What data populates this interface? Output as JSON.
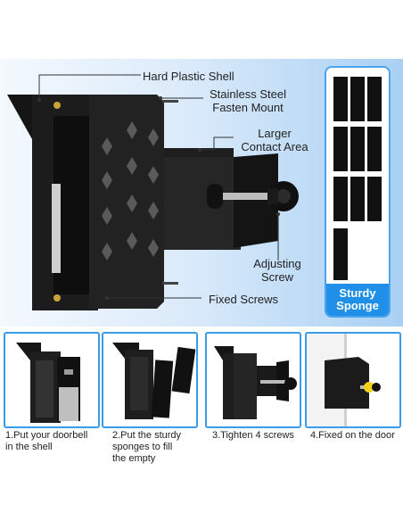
{
  "callouts": {
    "hard_plastic_shell": "Hard Plastic Shell",
    "stainless_line1": "Stainless Steel",
    "stainless_line2": "Fasten Mount",
    "larger_line1": "Larger",
    "larger_line2": "Contact Area",
    "adjusting_line1": "Adjusting",
    "adjusting_line2": "Screw",
    "fixed_screws": "Fixed Screws"
  },
  "sponge_panel": {
    "label_line1": "Sturdy",
    "label_line2": "Sponge"
  },
  "steps": [
    {
      "line1": "1.Put your doorbell",
      "line2": "in the shell",
      "line3": ""
    },
    {
      "line1": "2.Put the sturdy",
      "line2": "sponges to fill",
      "line3": "the empty"
    },
    {
      "line1": "3.Tighten 4 screws",
      "line2": "",
      "line3": ""
    },
    {
      "line1": "4.Fixed on the door",
      "line2": "",
      "line3": ""
    }
  ],
  "colors": {
    "accent_blue": "#1f8fe8",
    "border_blue": "#3a9be8",
    "product_black": "#1a1a1a"
  }
}
